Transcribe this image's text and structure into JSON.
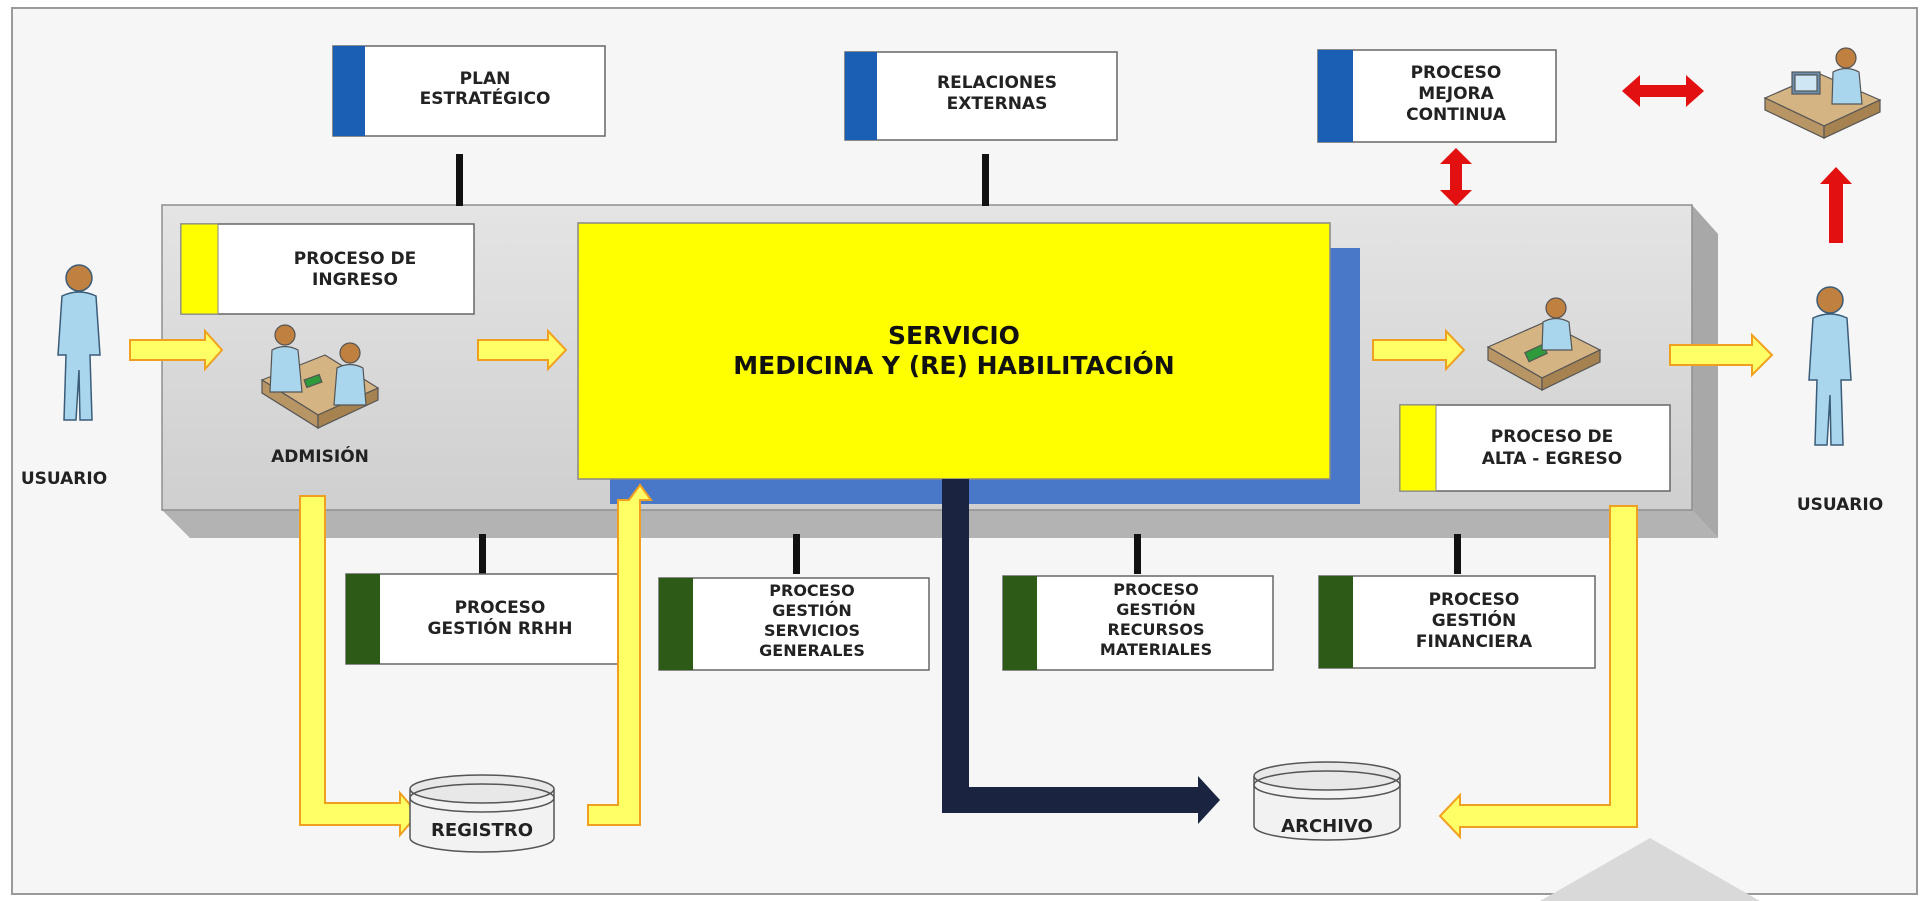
{
  "boxes": {
    "plan": [
      "PLAN",
      "ESTRATÉGICO"
    ],
    "relaciones": [
      "RELACIONES",
      "EXTERNAS"
    ],
    "mejora": [
      "PROCESO",
      "MEJORA",
      "CONTINUA"
    ],
    "ingreso": [
      "PROCESO DE",
      "INGRESO"
    ],
    "alta": [
      "PROCESO DE",
      "ALTA - EGRESO"
    ],
    "rrhh": [
      "PROCESO",
      "GESTIÓN RRHH"
    ],
    "servicios": [
      "PROCESO",
      "GESTIÓN",
      "SERVICIOS",
      "GENERALES"
    ],
    "recursos": [
      "PROCESO",
      "GESTIÓN",
      "RECURSOS",
      "MATERIALES"
    ],
    "financiera": [
      "PROCESO",
      "GESTIÓN",
      "FINANCIERA"
    ]
  },
  "center": [
    "SERVICIO",
    "MEDICINA Y (RE) HABILITACIÓN"
  ],
  "labels": {
    "usuario_left": "USUARIO",
    "usuario_right": "USUARIO",
    "admision": "ADMISIÓN",
    "registro": "REGISTRO",
    "archivo": "ARCHIVO"
  },
  "colors": {
    "strategic_tab": "#1a5fb4",
    "support_tab": "#2d5a16",
    "operational_tab": "#ffff00",
    "yellow_arrow": "#ffff66",
    "yellow_arrow_border": "#f0a020",
    "red_arrow": "#e21010",
    "dark_arrow": "#1a2440",
    "platform": "#d6d6d6",
    "center_shadow": "#4a78c8",
    "person": "#a9d6ec"
  }
}
